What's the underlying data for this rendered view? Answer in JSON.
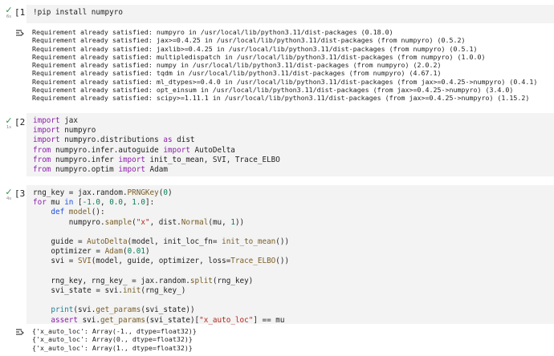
{
  "cells": [
    {
      "exec_count": "[1]",
      "duration": "6s",
      "code_text": "!pip install numpyro",
      "output_lines": [
        "Requirement already satisfied: numpyro in /usr/local/lib/python3.11/dist-packages (0.18.0)",
        "Requirement already satisfied: jax>=0.4.25 in /usr/local/lib/python3.11/dist-packages (from numpyro) (0.5.2)",
        "Requirement already satisfied: jaxlib>=0.4.25 in /usr/local/lib/python3.11/dist-packages (from numpyro) (0.5.1)",
        "Requirement already satisfied: multipledispatch in /usr/local/lib/python3.11/dist-packages (from numpyro) (1.0.0)",
        "Requirement already satisfied: numpy in /usr/local/lib/python3.11/dist-packages (from numpyro) (2.0.2)",
        "Requirement already satisfied: tqdm in /usr/local/lib/python3.11/dist-packages (from numpyro) (4.67.1)",
        "Requirement already satisfied: ml_dtypes>=0.4.0 in /usr/local/lib/python3.11/dist-packages (from jax>=0.4.25->numpyro) (0.4.1)",
        "Requirement already satisfied: opt_einsum in /usr/local/lib/python3.11/dist-packages (from jax>=0.4.25->numpyro) (3.4.0)",
        "Requirement already satisfied: scipy>=1.11.1 in /usr/local/lib/python3.11/dist-packages (from jax>=0.4.25->numpyro) (1.15.2)"
      ]
    },
    {
      "exec_count": "[2]",
      "duration": "1s",
      "code_lines": [
        "import jax",
        "import numpyro",
        "import numpyro.distributions as dist",
        "from numpyro.infer.autoguide import AutoDelta",
        "from numpyro.infer import init_to_mean, SVI, Trace_ELBO",
        "from numpyro.optim import Adam"
      ]
    },
    {
      "exec_count": "[3]",
      "duration": "4s",
      "code_lines": [
        "rng_key = jax.random.PRNGKey(0)",
        "for mu in [-1.0, 0.0, 1.0]:",
        "    def model():",
        "        numpyro.sample(\"x\", dist.Normal(mu, 1))",
        "",
        "    guide = AutoDelta(model, init_loc_fn= init_to_mean())",
        "    optimizer = Adam(0.01)",
        "    svi = SVI(model, guide, optimizer, loss=Trace_ELBO())",
        "",
        "    rng_key, rng_key_ = jax.random.split(rng_key)",
        "    svi_state = svi.init(rng_key_)",
        "",
        "    print(svi.get_params(svi_state))",
        "    assert svi.get_params(svi_state)[\"x_auto_loc\"] == mu"
      ],
      "output_lines": [
        "{'x_auto_loc': Array(-1., dtype=float32)}",
        "{'x_auto_loc': Array(0., dtype=float32)}",
        "{'x_auto_loc': Array(1., dtype=float32)}"
      ]
    }
  ],
  "colors": {
    "success": "#3a8f4b",
    "code_background": "#f3f3f3",
    "keyword": "#8b1fa9",
    "keyword_blue": "#1d4ed8",
    "number": "#0a7d5a",
    "string": "#b3261e"
  },
  "icons": {
    "status": "check-icon",
    "output": "output-toggle-icon"
  }
}
